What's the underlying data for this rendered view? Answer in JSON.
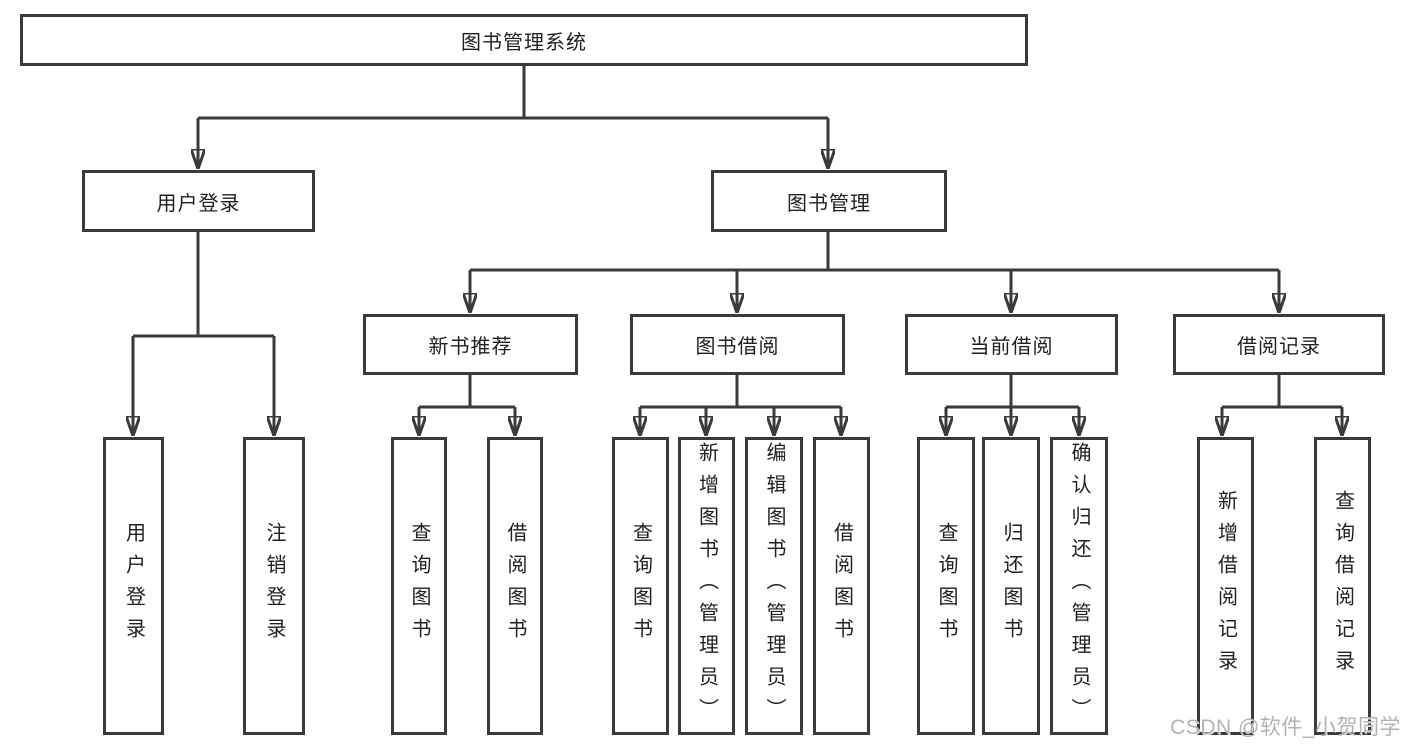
{
  "diagram": {
    "type": "tree-flowchart",
    "colors": {
      "line": "#3a3a3a",
      "box_border": "#3a3a3a",
      "box_fill": "#ffffff",
      "text": "#1f1f1f",
      "watermark": "#b2b2b2",
      "background": "#ffffff"
    },
    "root": {
      "label": "图书管理系统"
    },
    "level2": [
      {
        "label": "用户登录"
      },
      {
        "label": "图书管理"
      }
    ],
    "level3": [
      {
        "label": "新书推荐",
        "parent": "图书管理"
      },
      {
        "label": "图书借阅",
        "parent": "图书管理"
      },
      {
        "label": "当前借阅",
        "parent": "图书管理"
      },
      {
        "label": "借阅记录",
        "parent": "图书管理"
      }
    ],
    "leaves": [
      {
        "label": "用户登录",
        "parent": "用户登录"
      },
      {
        "label": "注销登录",
        "parent": "用户登录"
      },
      {
        "label": "查询图书",
        "parent": "新书推荐"
      },
      {
        "label": "借阅图书",
        "parent": "新书推荐"
      },
      {
        "label": "查询图书",
        "parent": "图书借阅"
      },
      {
        "label": "新增图书（管理员）",
        "parent": "图书借阅"
      },
      {
        "label": "编辑图书（管理员）",
        "parent": "图书借阅"
      },
      {
        "label": "借阅图书",
        "parent": "图书借阅"
      },
      {
        "label": "查询图书",
        "parent": "当前借阅"
      },
      {
        "label": "归还图书",
        "parent": "当前借阅"
      },
      {
        "label": "确认归还（管理员）",
        "parent": "当前借阅"
      },
      {
        "label": "新增借阅记录",
        "parent": "借阅记录"
      },
      {
        "label": "查询借阅记录",
        "parent": "借阅记录"
      }
    ],
    "watermark": "CSDN @软件_小贺同学"
  }
}
